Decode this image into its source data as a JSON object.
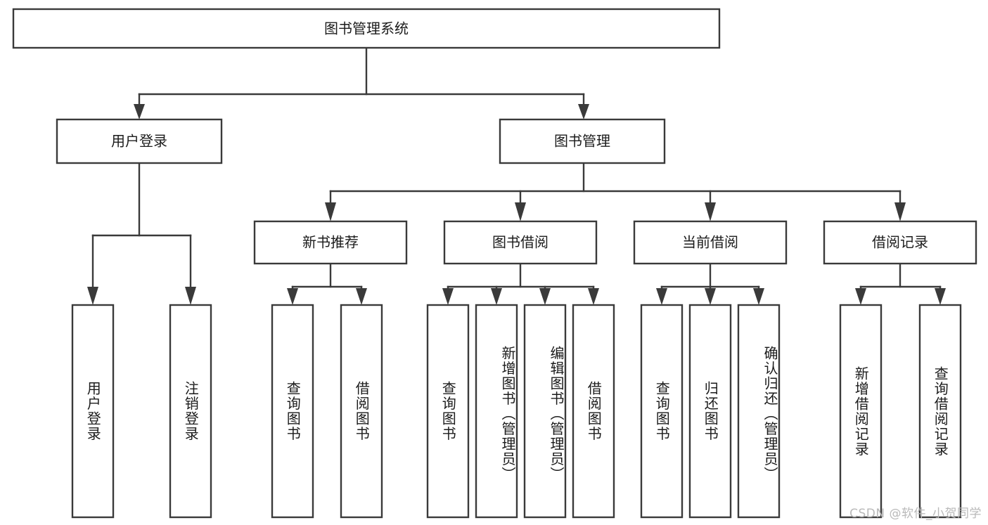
{
  "diagram": {
    "title": "图书管理系统",
    "type": "tree",
    "watermark": "CSDN @软件_小贺同学",
    "colors": {
      "box_stroke": "#3a3a3a",
      "box_fill": "#ffffff",
      "text": "#1b1b1b",
      "connector": "#3a3a3a",
      "watermark": "#b9b9b9",
      "background": "#ffffff"
    },
    "levels": {
      "root": [
        "图书管理系统"
      ],
      "level1": [
        "用户登录",
        "图书管理"
      ],
      "level2": [
        "新书推荐",
        "图书借阅",
        "当前借阅",
        "借阅记录"
      ],
      "level3": [
        "用户登录",
        "注销登录",
        "查询图书",
        "借阅图书",
        "查询图书",
        "新增图书（管理员）",
        "编辑图书（管理员）",
        "借阅图书",
        "查询图书",
        "归还图书",
        "确认归还（管理员）",
        "新增借阅记录",
        "查询借阅记录"
      ]
    },
    "nodes": {
      "root": {
        "label": "图书管理系统"
      },
      "user_login": {
        "label": "用户登录"
      },
      "book_manage": {
        "label": "图书管理"
      },
      "new_book_rec": {
        "label": "新书推荐"
      },
      "book_borrow": {
        "label": "图书借阅"
      },
      "current_borrow": {
        "label": "当前借阅"
      },
      "borrow_record": {
        "label": "借阅记录"
      },
      "leaf_user_login": {
        "label": "用户登录"
      },
      "leaf_logout": {
        "label": "注销登录"
      },
      "leaf_query_book_1": {
        "label": "查询图书"
      },
      "leaf_borrow_book_1": {
        "label": "借阅图书"
      },
      "leaf_query_book_2": {
        "label": "查询图书"
      },
      "leaf_add_book": {
        "label": "新增图书（管理员）"
      },
      "leaf_edit_book": {
        "label": "编辑图书（管理员）"
      },
      "leaf_borrow_book_2": {
        "label": "借阅图书"
      },
      "leaf_query_book_3": {
        "label": "查询图书"
      },
      "leaf_return_book": {
        "label": "归还图书"
      },
      "leaf_confirm_return": {
        "label": "确认归还（管理员）"
      },
      "leaf_add_record": {
        "label": "新增借阅记录"
      },
      "leaf_query_record": {
        "label": "查询借阅记录"
      }
    },
    "edges": [
      {
        "from": "root",
        "to": "user_login"
      },
      {
        "from": "root",
        "to": "book_manage"
      },
      {
        "from": "user_login",
        "to": "leaf_user_login"
      },
      {
        "from": "user_login",
        "to": "leaf_logout"
      },
      {
        "from": "book_manage",
        "to": "new_book_rec"
      },
      {
        "from": "book_manage",
        "to": "book_borrow"
      },
      {
        "from": "book_manage",
        "to": "current_borrow"
      },
      {
        "from": "book_manage",
        "to": "borrow_record"
      },
      {
        "from": "new_book_rec",
        "to": "leaf_query_book_1"
      },
      {
        "from": "new_book_rec",
        "to": "leaf_borrow_book_1"
      },
      {
        "from": "book_borrow",
        "to": "leaf_query_book_2"
      },
      {
        "from": "book_borrow",
        "to": "leaf_add_book"
      },
      {
        "from": "book_borrow",
        "to": "leaf_edit_book"
      },
      {
        "from": "book_borrow",
        "to": "leaf_borrow_book_2"
      },
      {
        "from": "current_borrow",
        "to": "leaf_query_book_3"
      },
      {
        "from": "current_borrow",
        "to": "leaf_return_book"
      },
      {
        "from": "current_borrow",
        "to": "leaf_confirm_return"
      },
      {
        "from": "borrow_record",
        "to": "leaf_add_record"
      },
      {
        "from": "borrow_record",
        "to": "leaf_query_record"
      }
    ]
  }
}
